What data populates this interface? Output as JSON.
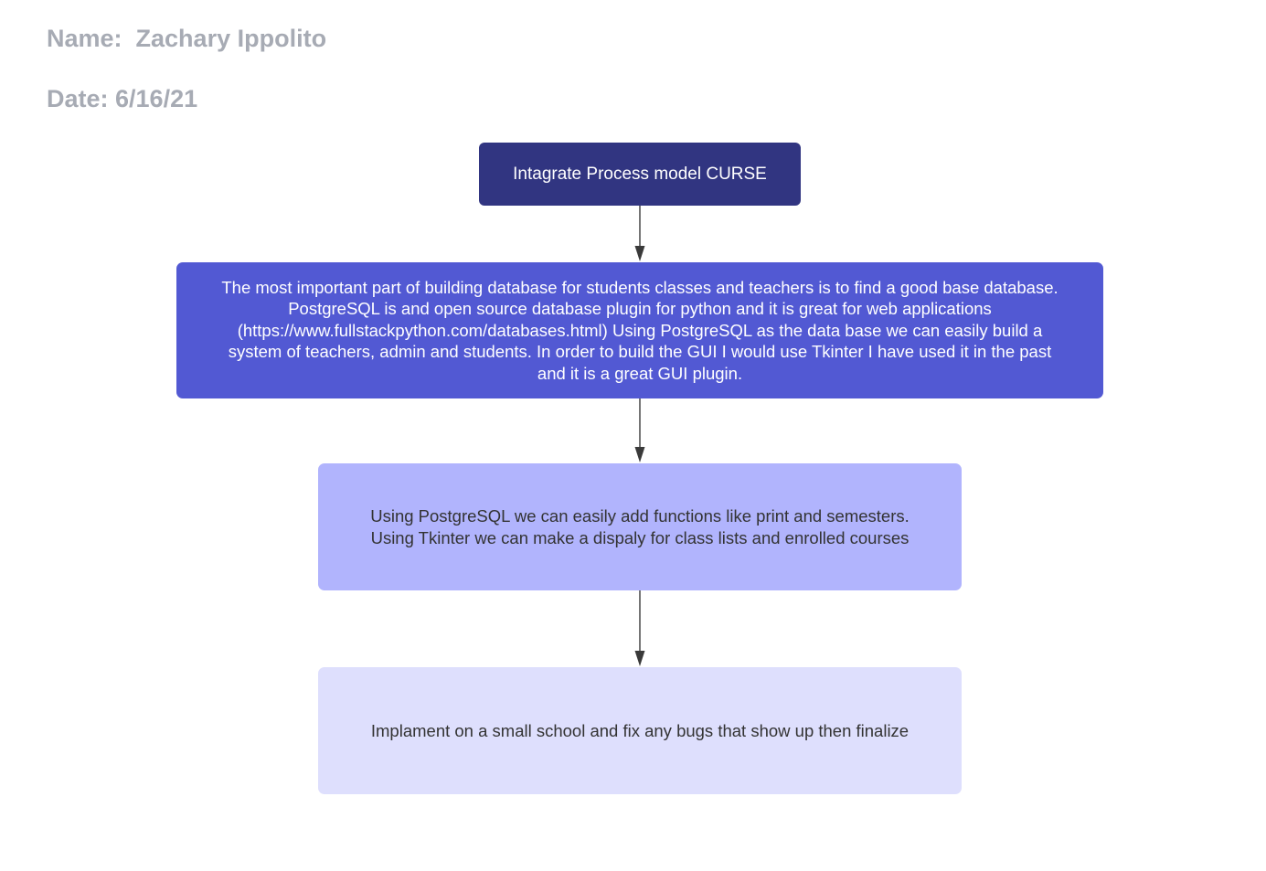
{
  "header": {
    "name_line": "Name:  Zachary Ippolito",
    "date_line": "Date: 6/16/21"
  },
  "colors": {
    "header_text": "#a7abb4",
    "node_1_fill": "#313581",
    "node_2_fill": "#5259d3",
    "node_3_fill": "#b1b4fd",
    "node_4_fill": "#dedffd",
    "connector": "#3a3a3a"
  },
  "flowchart": {
    "nodes": [
      {
        "id": "node-1",
        "text": "Intagrate Process model CURSE",
        "fill": "#313581",
        "text_color": "#ffffff"
      },
      {
        "id": "node-2",
        "text": "The most important part of building database for students classes and teachers is to find a good base database.\nPostgreSQL is and open source database plugin for python and it is great for web applications\n(https://www.fullstackpython.com/databases.html) Using PostgreSQL as the data base we can easily build a\nsystem of teachers, admin and students. In order to build the GUI I would use Tkinter I have used it in the past\nand it is a great GUI plugin.",
        "fill": "#5259d3",
        "text_color": "#ffffff"
      },
      {
        "id": "node-3",
        "text": "Using PostgreSQL we can easily add functions like print and semesters.\nUsing Tkinter we can make a dispaly for class lists and enrolled courses",
        "fill": "#b1b4fd",
        "text_color": "#333333"
      },
      {
        "id": "node-4",
        "text": "Implament on a small school and fix any bugs that show up then finalize",
        "fill": "#dedffd",
        "text_color": "#333333"
      }
    ],
    "edges": [
      {
        "from": "node-1",
        "to": "node-2"
      },
      {
        "from": "node-2",
        "to": "node-3"
      },
      {
        "from": "node-3",
        "to": "node-4"
      }
    ]
  }
}
